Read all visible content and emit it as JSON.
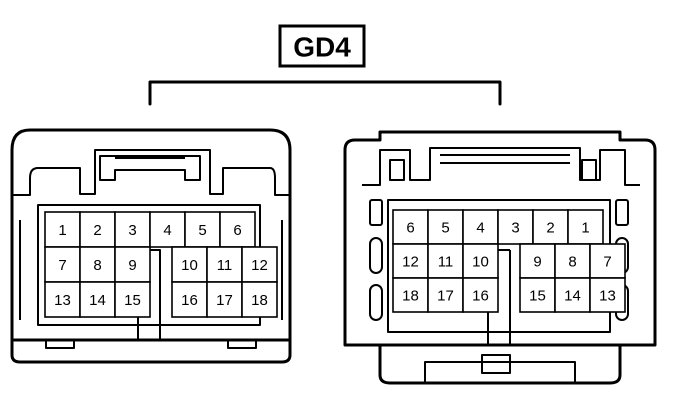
{
  "title": "GD4",
  "connectors": [
    {
      "name": "left-connector",
      "rows": [
        [
          "1",
          "2",
          "3",
          "4",
          "5",
          "6"
        ],
        [
          "7",
          "8",
          "9",
          "",
          "10",
          "11",
          "12"
        ],
        [
          "13",
          "14",
          "15",
          "",
          "16",
          "17",
          "18"
        ]
      ]
    },
    {
      "name": "right-connector",
      "rows": [
        [
          "6",
          "5",
          "4",
          "3",
          "2",
          "1"
        ],
        [
          "12",
          "11",
          "10",
          "",
          "9",
          "8",
          "7"
        ],
        [
          "18",
          "17",
          "16",
          "",
          "15",
          "14",
          "13"
        ]
      ]
    }
  ]
}
